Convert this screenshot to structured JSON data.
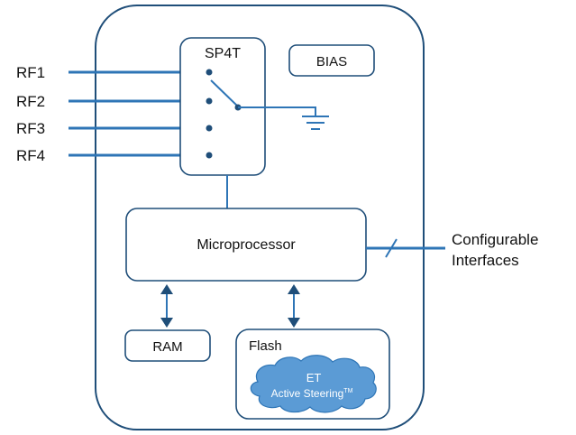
{
  "rf_ports": [
    "RF1",
    "RF2",
    "RF3",
    "RF4"
  ],
  "switch": {
    "label": "SP4T"
  },
  "bias": {
    "label": "BIAS"
  },
  "microprocessor": {
    "label": "Microprocessor"
  },
  "interfaces": {
    "line1": "Configurable",
    "line2": "Interfaces"
  },
  "ram": {
    "label": "RAM"
  },
  "flash": {
    "label": "Flash"
  },
  "cloud": {
    "line1": "ET",
    "line2": "Active Steering",
    "trademark": "TM"
  },
  "colors": {
    "outline": "#1f4e79",
    "wire": "#2e75b6",
    "cloud": "#5b9bd5"
  }
}
